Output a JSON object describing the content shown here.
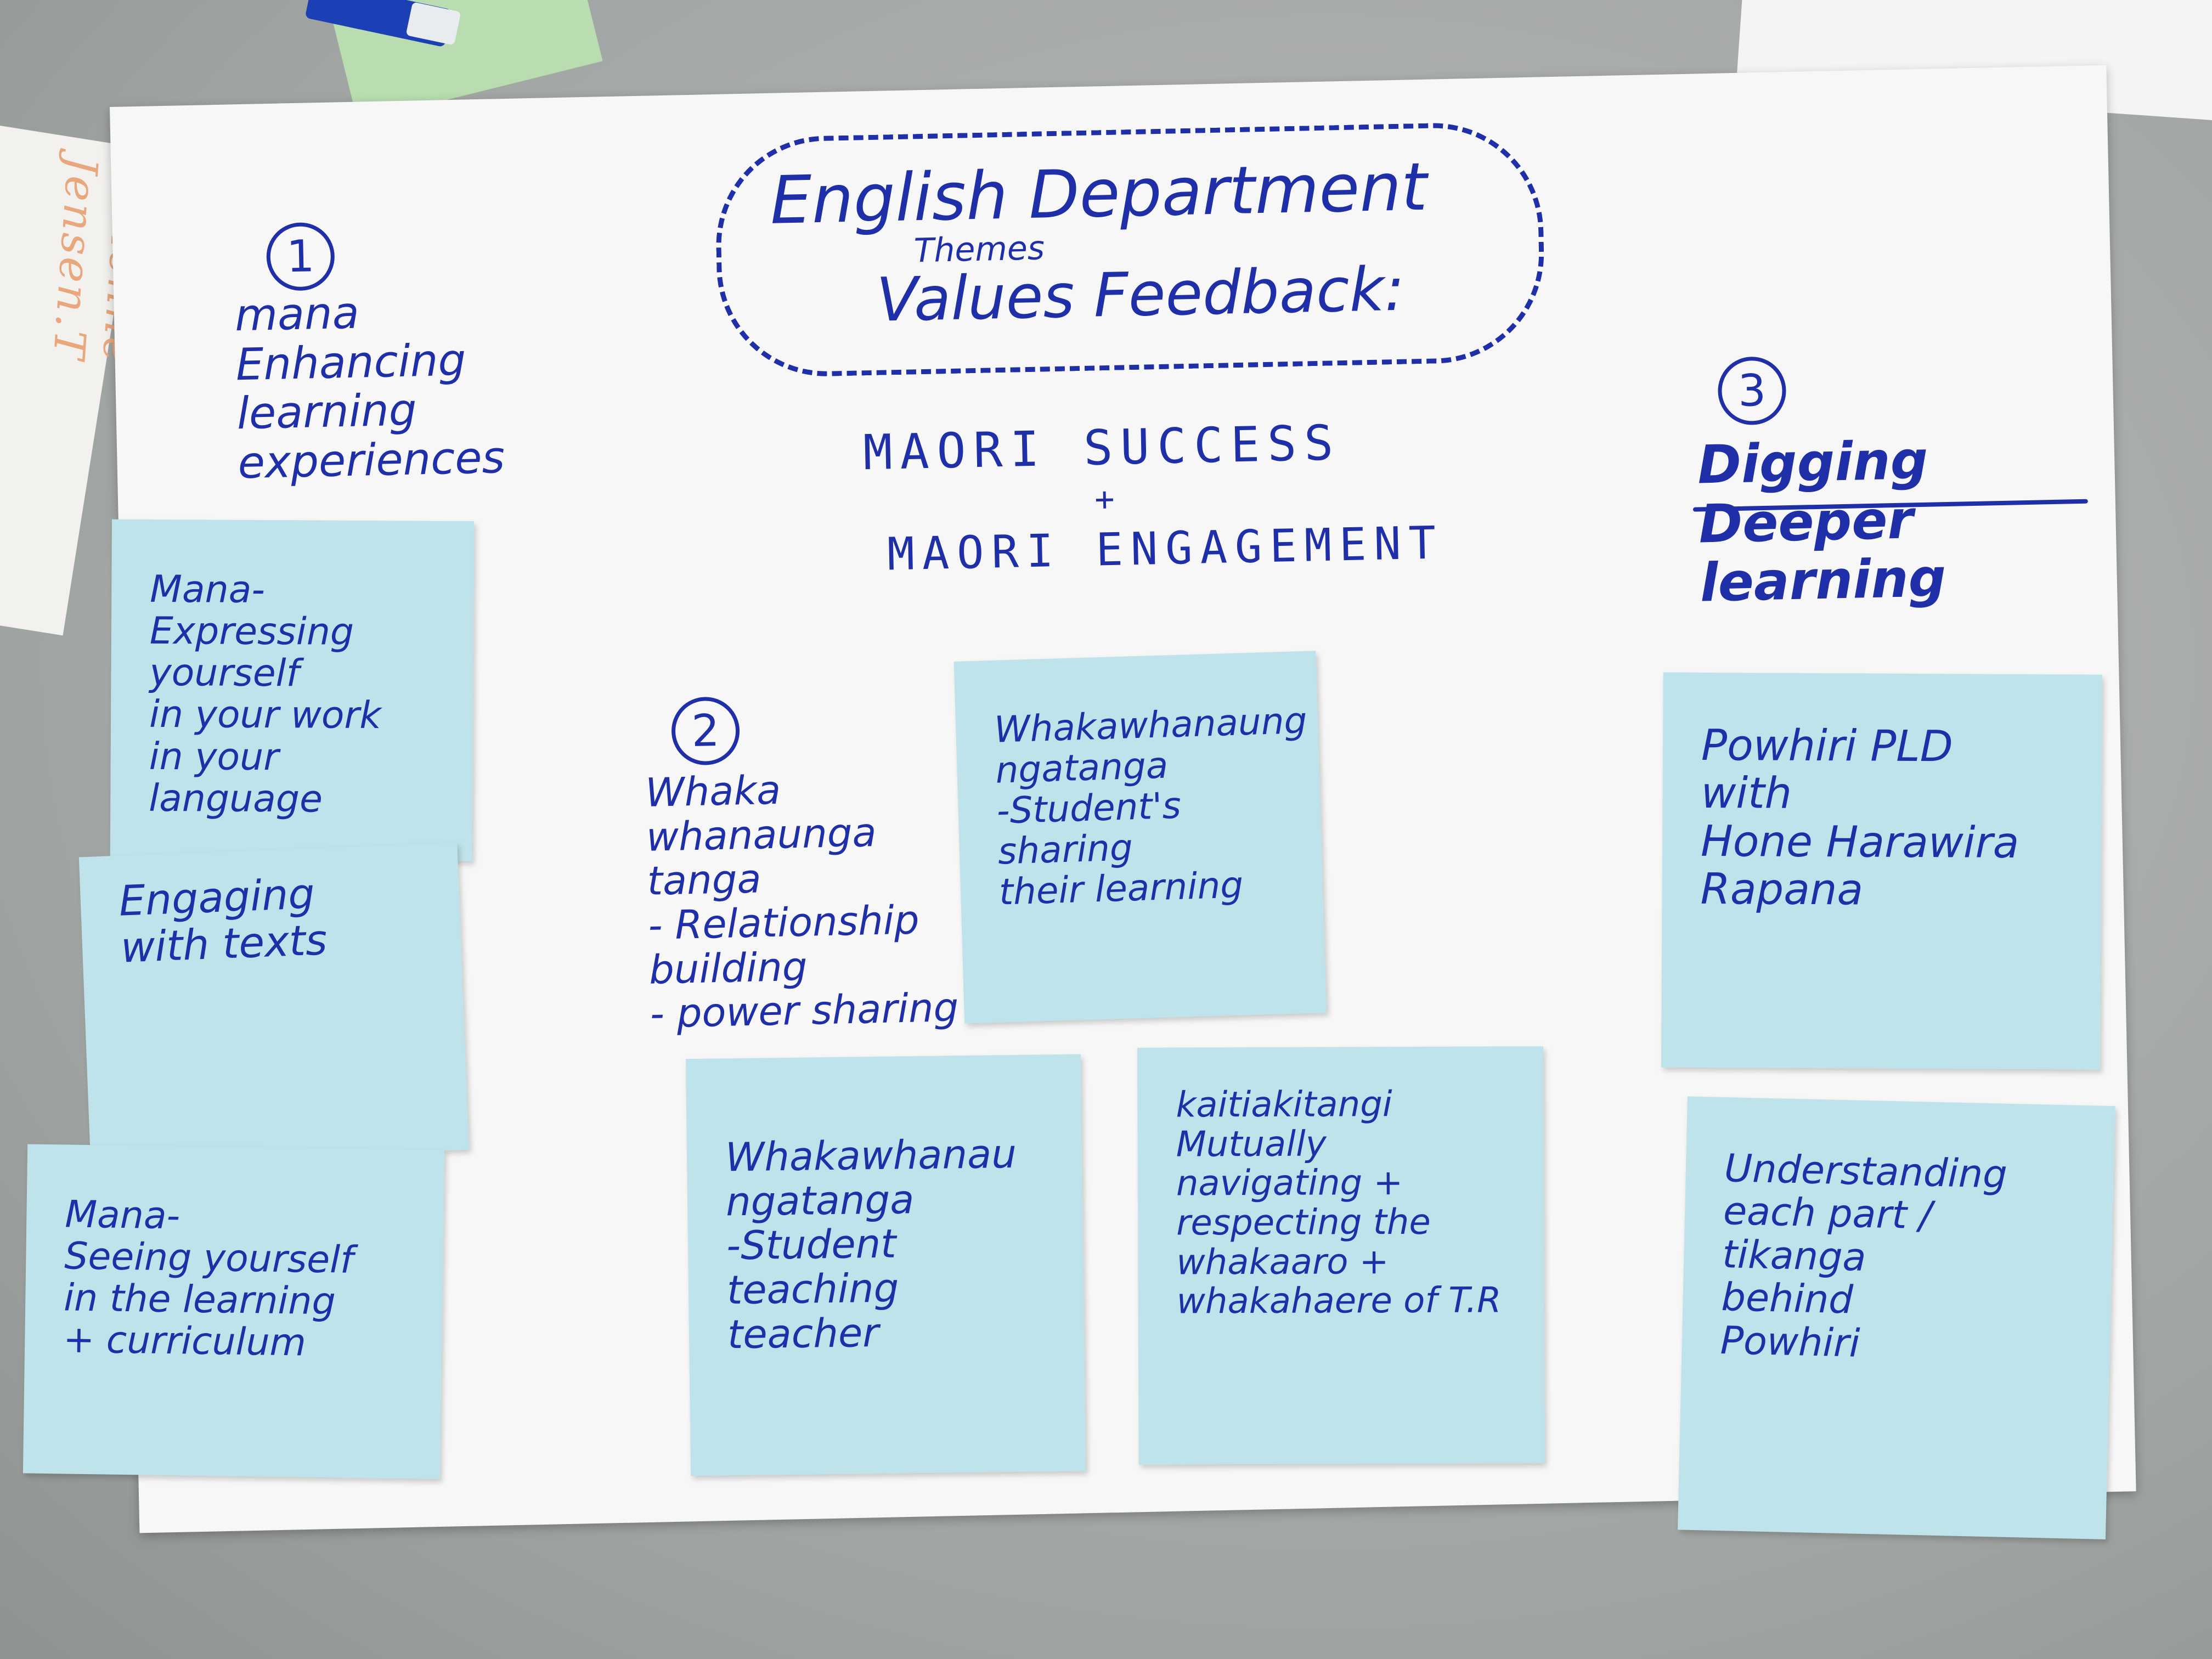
{
  "background": {
    "side_paper_text": "Vivienne Jensen.T"
  },
  "poster": {
    "title": "English Department",
    "title_inserted_word": "Themes",
    "subtitle": "Values Feedback:",
    "centre_line1": "MAORI SUCCESS",
    "centre_plus": "+",
    "centre_line2": "MAORI ENGAGEMENT",
    "theme1": {
      "number": "1",
      "heading": "mana\nEnhancing\nlearning\nexperiences"
    },
    "theme2": {
      "number": "2",
      "heading": "Whaka\nwhanaunga\ntanga\n- Relationship\nbuilding\n- power sharing"
    },
    "theme3": {
      "number": "3",
      "heading": "Digging Deeper\nlearning"
    }
  },
  "sticky_notes": [
    {
      "text": "Mana-\nExpressing\nyourself\nin your work\nin your language"
    },
    {
      "text": "Engaging\nwith texts"
    },
    {
      "text": "Mana-\nSeeing yourself\nin the learning\n+ curriculum"
    },
    {
      "text": "Whakawhanaung\nngatanga\n-Student's\nsharing\ntheir learning"
    },
    {
      "text": "Whakawhanau\nngatanga\n-Student\nteaching teacher"
    },
    {
      "text": "kaitiakitangi\nMutually\nnavigating +\nrespecting the\nwhakaaro +\nwhakahaere of T.R"
    },
    {
      "text": "Powhiri PLD\nwith\nHone Harawira\nRapana"
    },
    {
      "text": "Understanding\neach part /\ntikanga\nbehind\nPowhiri"
    }
  ],
  "colors": {
    "ink": "#1f2fa8",
    "sticky_note": "#bfe3ea",
    "poster": "#f7f7f8",
    "desk": "#a9adab"
  }
}
